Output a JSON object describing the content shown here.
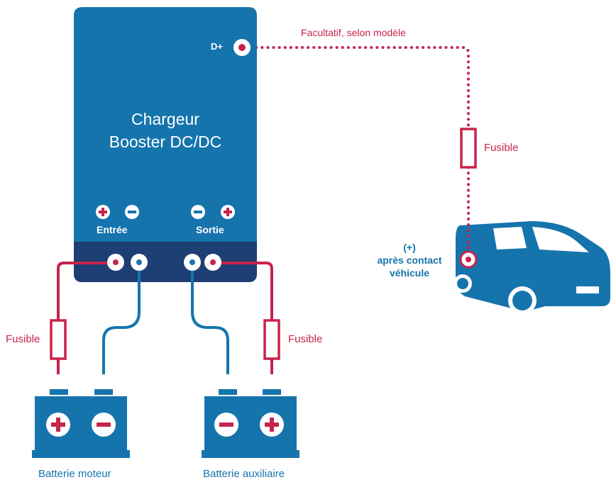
{
  "colors": {
    "blue": "#1674ad",
    "dark_blue": "#1d3f74",
    "red": "#c8234a",
    "white": "#ffffff"
  },
  "charger": {
    "title_line1": "Chargeur",
    "title_line2": "Booster DC/DC",
    "d_plus": "D+",
    "input_label": "Entrée",
    "output_label": "Sortie"
  },
  "optional_label": "Facultatif, selon modèle",
  "fuse_label": "Fusible",
  "vehicle": {
    "line1": "(+)",
    "line2": "après contact",
    "line3": "véhicule"
  },
  "batteries": {
    "engine": "Batterie moteur",
    "auxiliary": "Batterie auxiliaire"
  },
  "icons": [
    "plus-icon",
    "minus-icon",
    "van-icon",
    "battery-icon",
    "fuse-icon"
  ]
}
